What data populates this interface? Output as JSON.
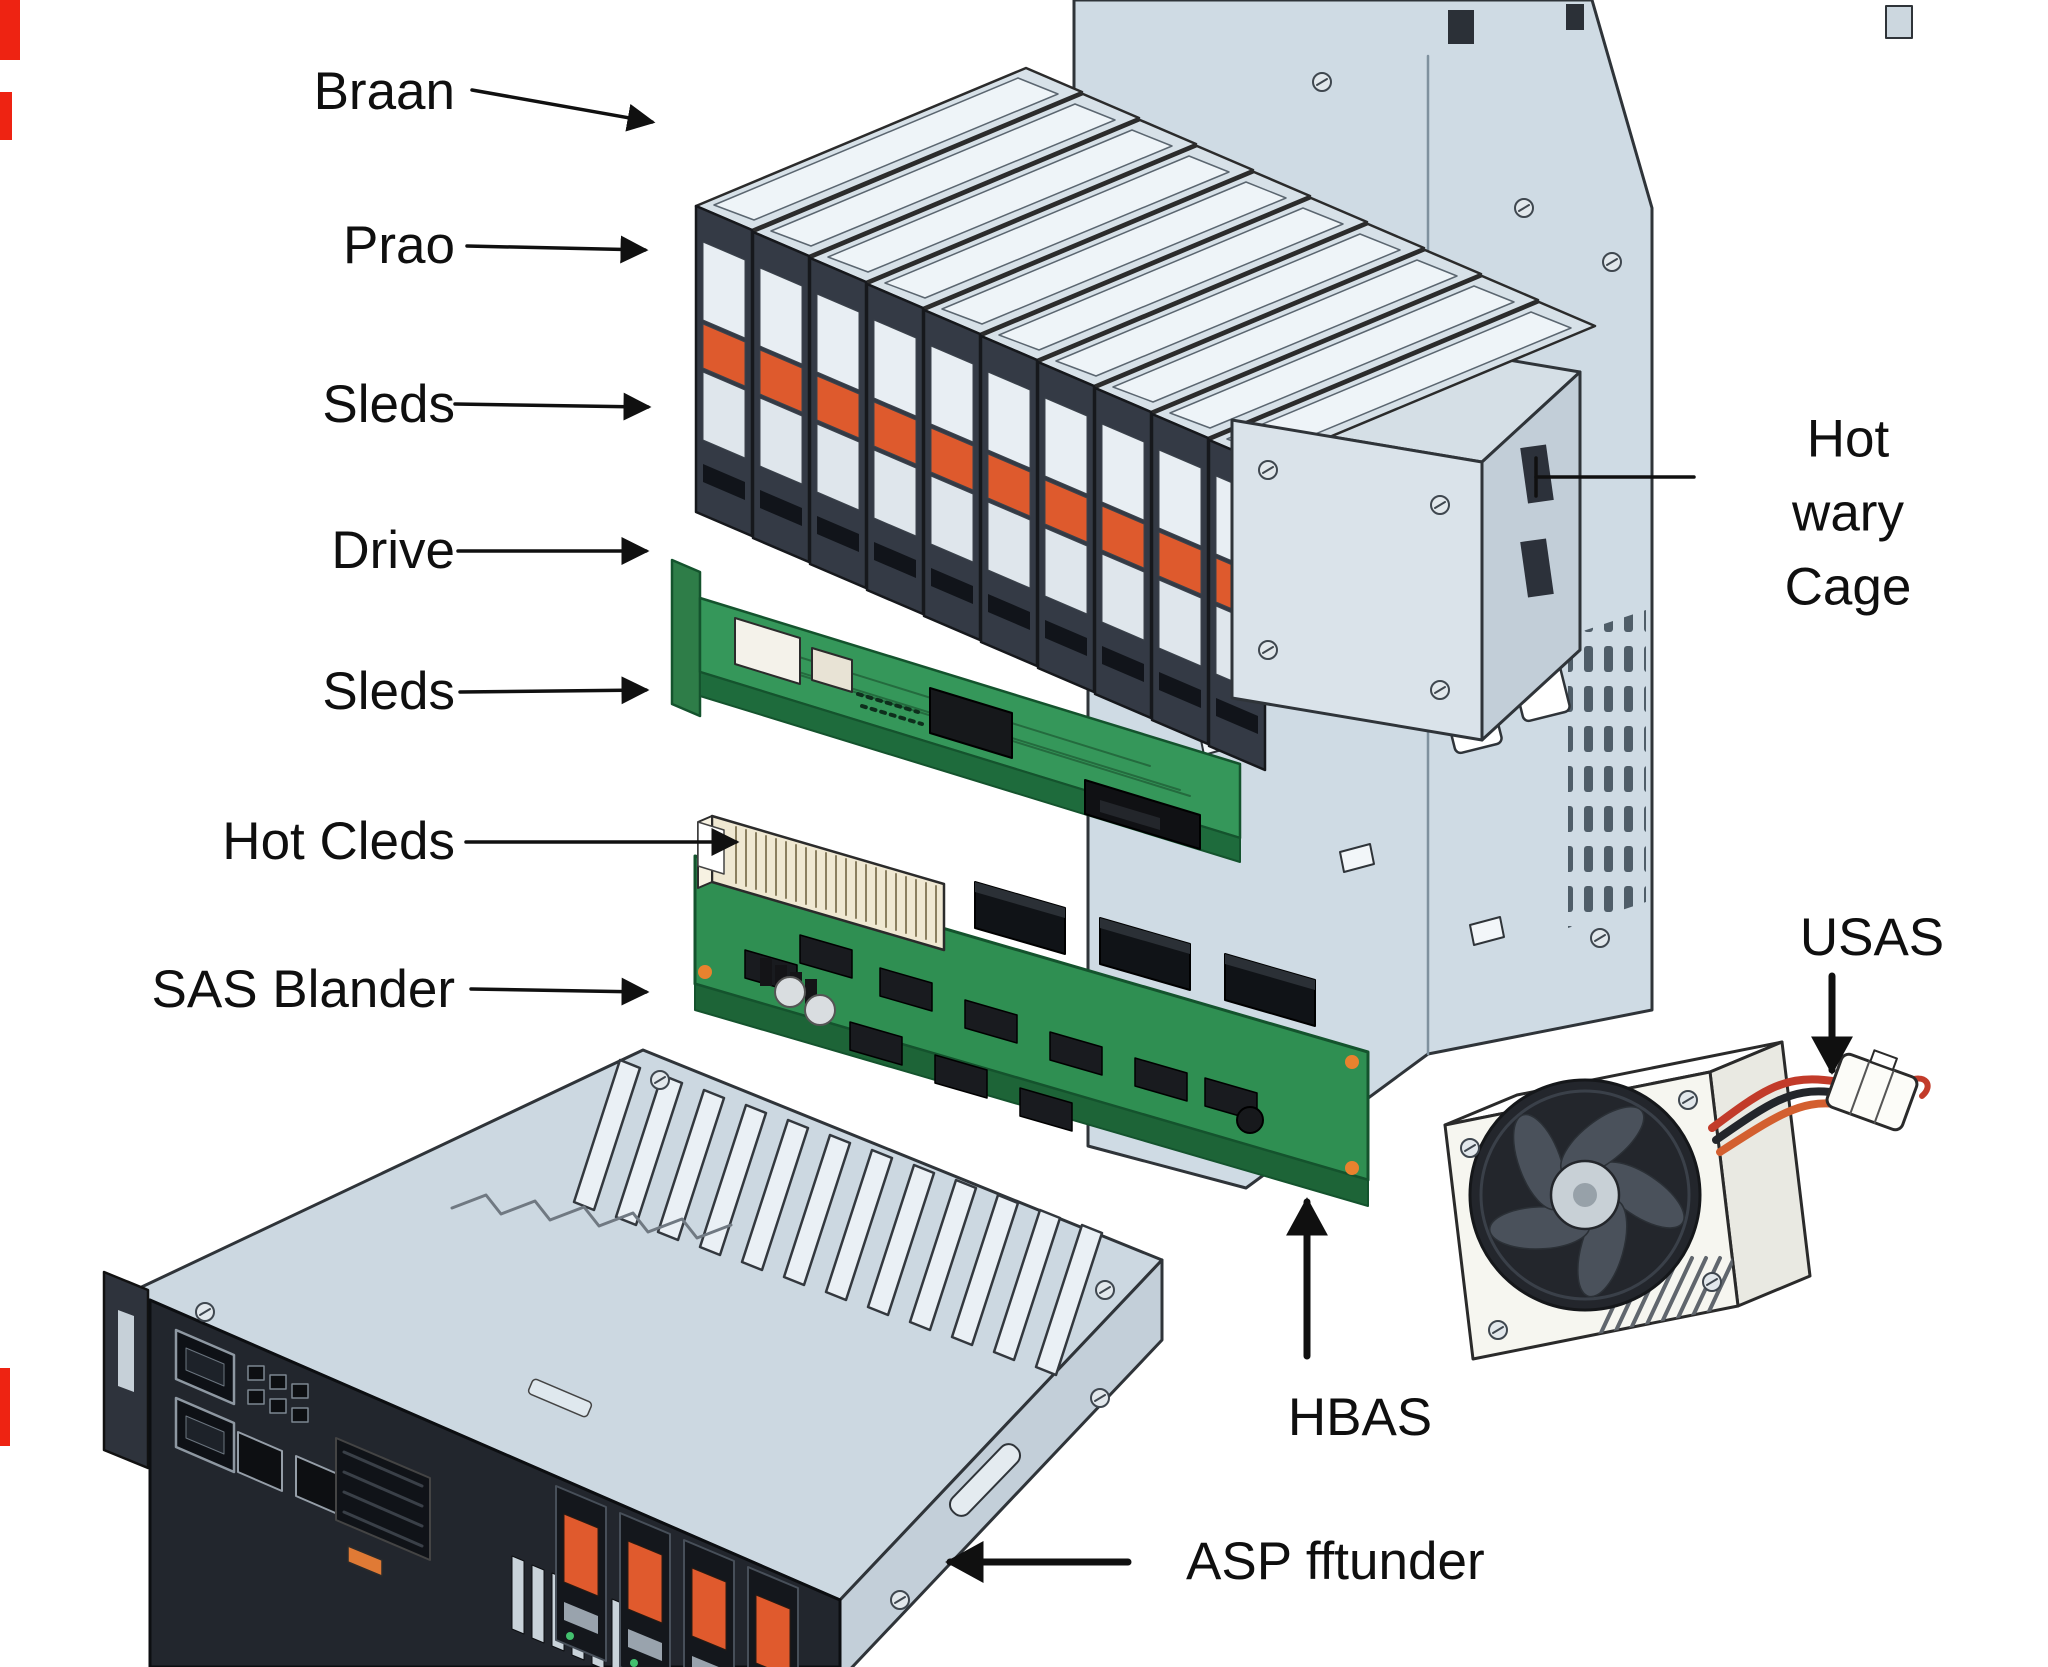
{
  "diagram": {
    "type": "exploded-server-storage-diagram",
    "labels": {
      "braan": "Braan",
      "prao": "Prao",
      "sleds_top": "Sleds",
      "drive": "Drive",
      "sleds_mid": "Sleds",
      "hot_cleds": "Hot Cleds",
      "sas_blander": "SAS Blander",
      "hot_wary_cage": "Hot wary\nCage",
      "usas": "USAS",
      "hbas": "HBAS",
      "asp_fftunder": "ASP fftunder"
    },
    "colors": {
      "chassis_metal": "#cfdbe4",
      "sled_body": "#343a45",
      "sled_accent_orange": "#de5a2d",
      "pcb_green": "#2f8f52",
      "connector_beige": "#efe8d2",
      "psu_body": "#f6f6f0",
      "cable_red": "#c23b2a",
      "label_text": "#0f0f0f",
      "edge_artifact_red": "#ee2312"
    },
    "components": [
      "drive-sleds",
      "drive-cage",
      "chassis",
      "interposer-board",
      "sas-backplane-board",
      "server-tray",
      "power-supply",
      "psu-cable-connector"
    ]
  }
}
